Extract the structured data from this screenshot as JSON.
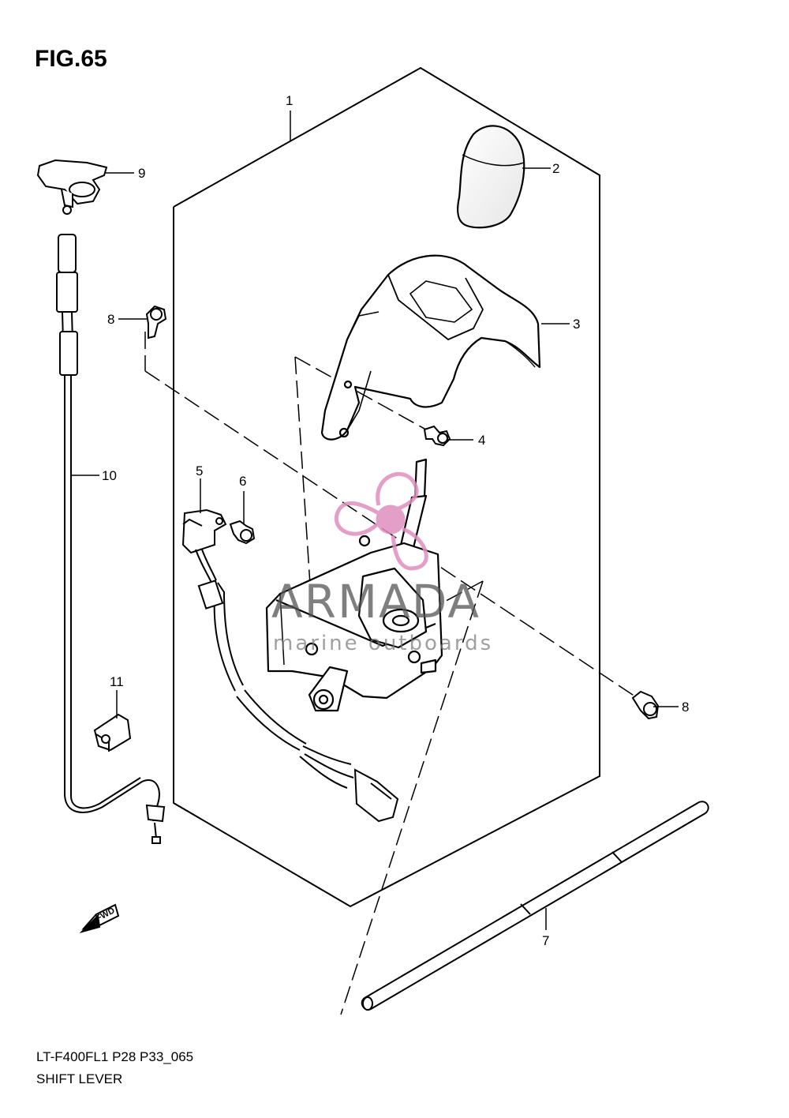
{
  "figure": {
    "title": "FIG.65",
    "code": "LT-F400FL1 P28 P33_065",
    "name": "SHIFT LEVER"
  },
  "watermark": {
    "brand": "ARMADA",
    "tagline": "marine outboards",
    "accent_color": "#e08fbf"
  },
  "fwd_label": "FWD",
  "callouts": [
    {
      "id": "c1",
      "label": "1",
      "part": "shift-lever-assembly"
    },
    {
      "id": "c2",
      "label": "2",
      "part": "shift-knob"
    },
    {
      "id": "c3",
      "label": "3",
      "part": "shift-lever-cover"
    },
    {
      "id": "c4",
      "label": "4",
      "part": "cover-bolt"
    },
    {
      "id": "c5",
      "label": "5",
      "part": "switch"
    },
    {
      "id": "c6",
      "label": "6",
      "part": "switch-screw"
    },
    {
      "id": "c7",
      "label": "7",
      "part": "shift-rod"
    },
    {
      "id": "c8a",
      "label": "8",
      "part": "bolt"
    },
    {
      "id": "c8b",
      "label": "8",
      "part": "bolt"
    },
    {
      "id": "c9",
      "label": "9",
      "part": "speed-sensor"
    },
    {
      "id": "c10",
      "label": "10",
      "part": "cable"
    },
    {
      "id": "c11",
      "label": "11",
      "part": "clamp"
    }
  ]
}
